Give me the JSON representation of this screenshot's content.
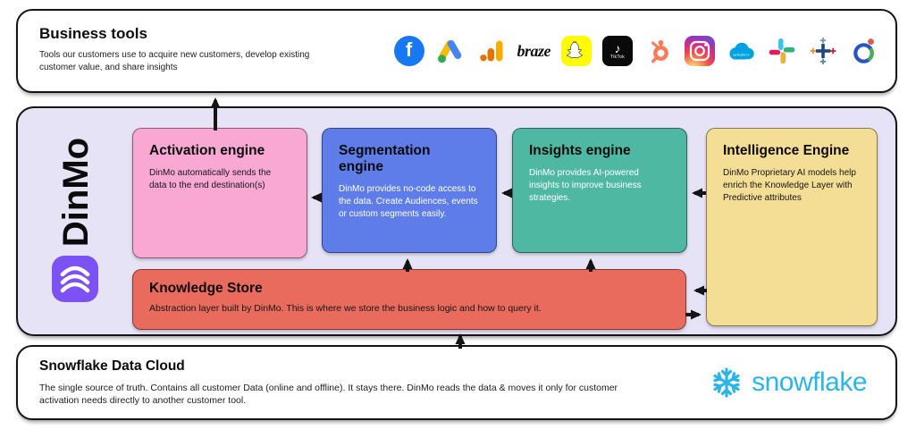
{
  "business_tools": {
    "title": "Business tools",
    "subtitle": "Tools our customers use to acquire new customers, develop existing customer value, and share insights",
    "logos": [
      "facebook",
      "google-ads",
      "google-analytics",
      "braze",
      "snapchat",
      "tiktok",
      "hubspot",
      "instagram",
      "salesforce",
      "slack",
      "tableau",
      "ring-brand"
    ],
    "facebook_letter": "f",
    "braze_text": "braze",
    "tiktok_note": "♪",
    "tiktok_text": "TikTok",
    "salesforce_text": "salesforce"
  },
  "dinmo": {
    "brand": "DinMo",
    "engines": {
      "activation": {
        "title": "Activation engine",
        "body": "DinMo automatically sends the data to the end destination(s)"
      },
      "segmentation": {
        "title": "Segmentation engine",
        "body": "DinMo provides no-code access to the data. Create Audiences, events or custom segments easily."
      },
      "insights": {
        "title": "Insights engine",
        "body": "DinMo provides AI-powered insights to improve business strategies."
      },
      "intelligence": {
        "title": "Intelligence Engine",
        "body": "DinMo Proprietary AI models help enrich the Knowledge Layer with Predictive attributes"
      }
    },
    "knowledge_store": {
      "title": "Knowledge Store",
      "body": "Abstraction layer built by DinMo.  This is where we store the business logic and how to query it."
    }
  },
  "snowflake_panel": {
    "title": "Snowflake Data Cloud",
    "body": "The single source of truth. Contains all customer Data (online and offline). It stays there. DinMo reads the data & moves it only for customer activation needs directly to another customer tool.",
    "logo_text": "snowflake"
  },
  "colors": {
    "panel_lavender": "#E7E3F6",
    "activation_pink": "#F9A8D4",
    "segmentation_blue": "#5F7DE8",
    "insights_teal": "#4FB8A2",
    "intelligence_yellow": "#F4DD94",
    "knowledge_red": "#E96B5D",
    "dinmo_purple": "#7C52F5",
    "snowflake_blue": "#29B5E8",
    "arrow_black": "#141414"
  }
}
